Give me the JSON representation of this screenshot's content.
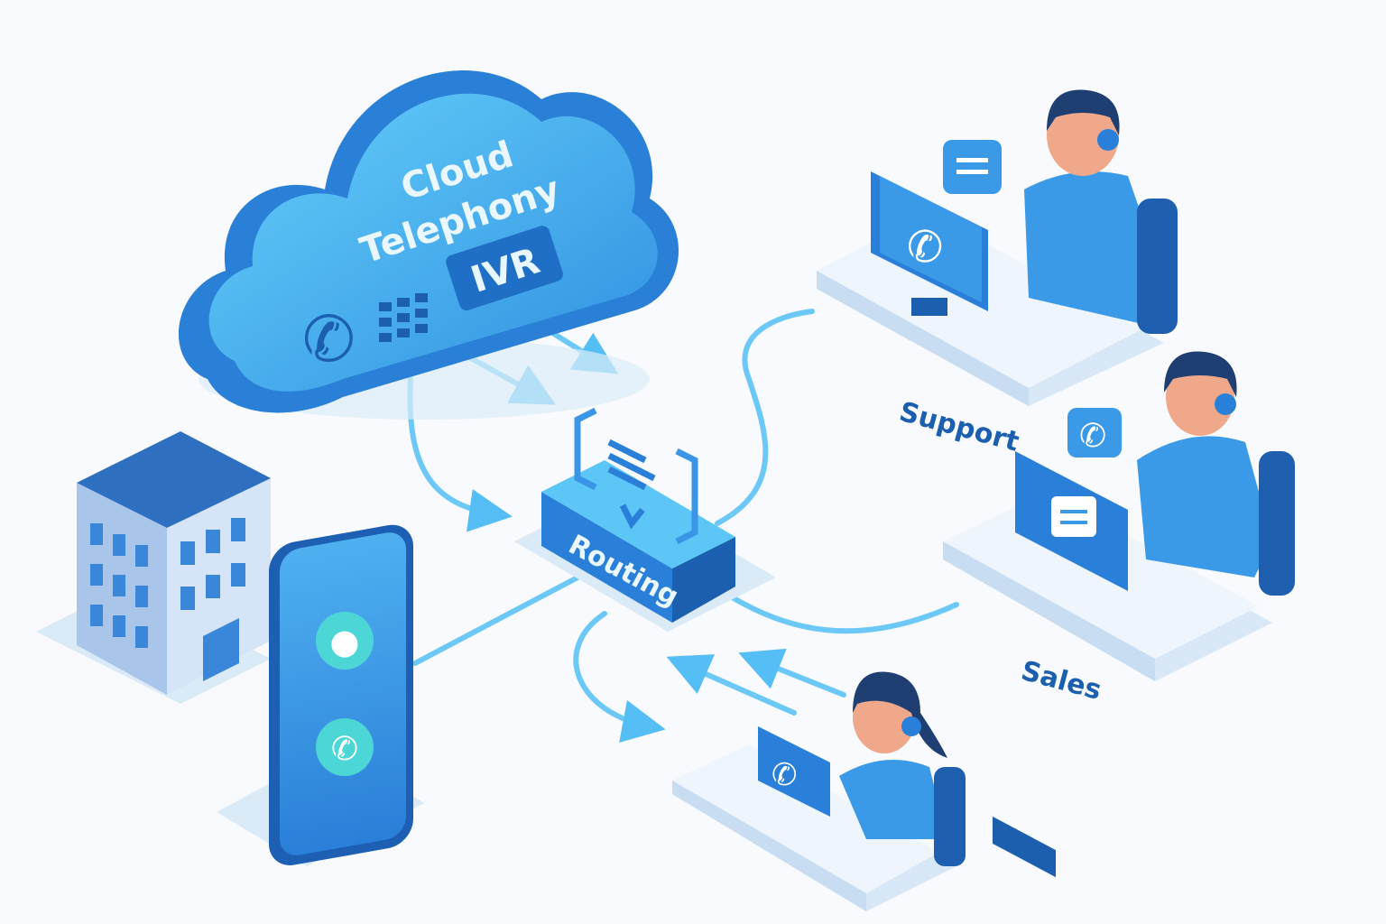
{
  "cloud": {
    "title_line1": "Cloud",
    "title_line2": "Telephony",
    "badge": "IVR"
  },
  "router": {
    "label": "Routing"
  },
  "teams": {
    "support": "Support",
    "sales": "Sales"
  },
  "colors": {
    "primary": "#2b8fe0",
    "light": "#5cc6f7",
    "dark": "#1b5fae",
    "flow": "#55bff5",
    "accent": "#4dd6d6",
    "skin": "#f0a88a",
    "hair": "#1f3f73"
  }
}
